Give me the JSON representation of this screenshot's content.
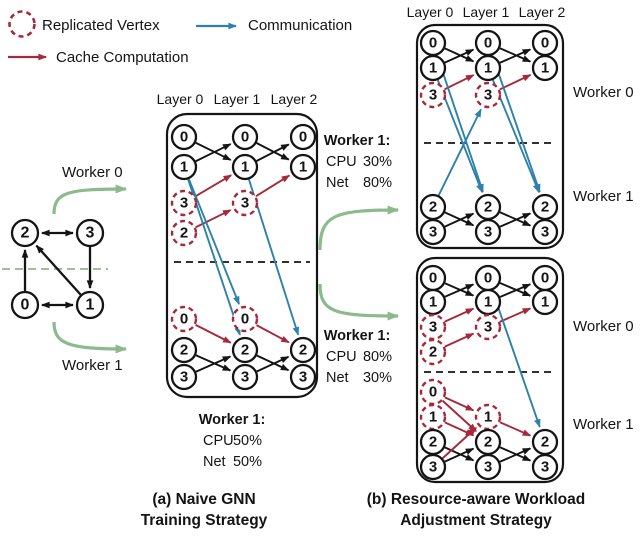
{
  "colors": {
    "edge_black": "#141414",
    "replicated_red": "#a5293a",
    "communication_blue": "#2e81a8",
    "worker_green": "#8cba8c",
    "node_number_navy": "#1f3050"
  },
  "legend": {
    "replicated_label": "Replicated Vertex",
    "communication_label": "Communication",
    "cache_label": "Cache Computation"
  },
  "input_graph": {
    "worker0_label": "Worker 0",
    "worker1_label": "Worker 1",
    "nodes": [
      {
        "id": "2"
      },
      {
        "id": "3"
      },
      {
        "id": "0"
      },
      {
        "id": "1"
      }
    ],
    "edges": [
      {
        "from": "2",
        "to": "3",
        "dir": "both"
      },
      {
        "from": "0",
        "to": "1",
        "dir": "both"
      },
      {
        "from": "0",
        "to": "2",
        "dir": "one"
      },
      {
        "from": "3",
        "to": "1",
        "dir": "one"
      },
      {
        "from": "1",
        "to": "2",
        "dir": "one"
      }
    ]
  },
  "panel_a": {
    "layer_headers": [
      "Layer 0",
      "Layer 1",
      "Layer 2"
    ],
    "caption": [
      "(a) Naive GNN",
      "Training Strategy"
    ],
    "stats": {
      "title": "Worker 1:",
      "rows": [
        {
          "label": "CPU",
          "value": "50%"
        },
        {
          "label": "Net",
          "value": "50%"
        }
      ]
    },
    "nodes": [
      {
        "key": "w0-0",
        "label": "0",
        "replicated": false,
        "row": 0,
        "layers": [
          0,
          1,
          2
        ]
      },
      {
        "key": "w0-1",
        "label": "1",
        "replicated": false,
        "row": 1,
        "layers": [
          0,
          1,
          2
        ]
      },
      {
        "key": "w0-3",
        "label": "3",
        "replicated": true,
        "row": 2,
        "layers": [
          0,
          1
        ]
      },
      {
        "key": "w0-2",
        "label": "2",
        "replicated": true,
        "row": 3,
        "layers": [
          0
        ]
      },
      {
        "key": "w1-0",
        "label": "0",
        "replicated": true,
        "row": 4,
        "layers": [
          0,
          1
        ]
      },
      {
        "key": "w1-2",
        "label": "2",
        "replicated": false,
        "row": 5,
        "layers": [
          0,
          1,
          2
        ]
      },
      {
        "key": "w1-3",
        "label": "3",
        "replicated": false,
        "row": 6,
        "layers": [
          0,
          1,
          2
        ]
      }
    ],
    "edges": [
      [
        "w0-0@0",
        "w0-1@1",
        "aggregate"
      ],
      [
        "w0-1@0",
        "w0-0@1",
        "aggregate"
      ],
      [
        "w0-0@1",
        "w0-1@2",
        "aggregate"
      ],
      [
        "w0-1@1",
        "w0-0@2",
        "aggregate"
      ],
      [
        "w1-2@0",
        "w1-3@1",
        "aggregate"
      ],
      [
        "w1-3@0",
        "w1-2@1",
        "aggregate"
      ],
      [
        "w1-2@1",
        "w1-3@2",
        "aggregate"
      ],
      [
        "w1-3@1",
        "w1-2@2",
        "aggregate"
      ],
      [
        "w0-3@0",
        "w0-1@1",
        "cache"
      ],
      [
        "w0-2@0",
        "w0-3@1",
        "cache"
      ],
      [
        "w0-3@1",
        "w0-1@2",
        "cache"
      ],
      [
        "w1-0@0",
        "w1-2@1",
        "cache"
      ],
      [
        "w1-0@1",
        "w1-2@2",
        "cache"
      ],
      [
        "w0-1@0",
        "w1-0@1",
        "communication"
      ],
      [
        "w0-1@0",
        "w1-2@1",
        "communication"
      ],
      [
        "w0-1@1",
        "w1-2@2",
        "communication"
      ]
    ]
  },
  "panel_b": {
    "layer_headers": [
      "Layer 0",
      "Layer 1",
      "Layer 2"
    ],
    "caption": [
      "(b) Resource-aware Workload",
      "Adjustment Strategy"
    ],
    "top_stats": {
      "title": "Worker 1:",
      "rows": [
        {
          "label": "CPU",
          "value": "30%"
        },
        {
          "label": "Net",
          "value": "80%"
        }
      ]
    },
    "bottom_stats": {
      "title": "Worker 1:",
      "rows": [
        {
          "label": "CPU",
          "value": "80%"
        },
        {
          "label": "Net",
          "value": "30%"
        }
      ]
    },
    "worker_labels": {
      "top": [
        "Worker 0",
        "Worker 1"
      ],
      "bottom": [
        "Worker 0",
        "Worker 1"
      ]
    },
    "top": {
      "nodes": [
        {
          "key": "w0-0",
          "label": "0",
          "replicated": false,
          "row": 0,
          "layers": [
            0,
            1,
            2
          ]
        },
        {
          "key": "w0-1",
          "label": "1",
          "replicated": false,
          "row": 1,
          "layers": [
            0,
            1,
            2
          ]
        },
        {
          "key": "w0-3",
          "label": "3",
          "replicated": true,
          "row": 2,
          "layers": [
            0,
            1
          ]
        },
        {
          "key": "w1-2",
          "label": "2",
          "replicated": false,
          "row": 3,
          "layers": [
            0,
            1,
            2
          ]
        },
        {
          "key": "w1-3",
          "label": "3",
          "replicated": false,
          "row": 4,
          "layers": [
            0,
            1,
            2
          ]
        }
      ],
      "edges": [
        [
          "w0-0@0",
          "w0-1@1",
          "aggregate"
        ],
        [
          "w0-1@0",
          "w0-0@1",
          "aggregate"
        ],
        [
          "w0-0@1",
          "w0-1@2",
          "aggregate"
        ],
        [
          "w0-1@1",
          "w0-0@2",
          "aggregate"
        ],
        [
          "w1-2@0",
          "w1-3@1",
          "aggregate"
        ],
        [
          "w1-3@0",
          "w1-2@1",
          "aggregate"
        ],
        [
          "w1-2@1",
          "w1-3@2",
          "aggregate"
        ],
        [
          "w1-3@1",
          "w1-2@2",
          "aggregate"
        ],
        [
          "w0-3@0",
          "w0-1@1",
          "cache"
        ],
        [
          "w0-3@1",
          "w0-1@2",
          "cache"
        ],
        [
          "w0-0@0",
          "w1-2@1",
          "communication"
        ],
        [
          "w0-1@0",
          "w1-2@1",
          "communication"
        ],
        [
          "w0-0@1",
          "w1-2@2",
          "communication"
        ],
        [
          "w0-1@1",
          "w1-2@2",
          "communication"
        ],
        [
          "w1-2@0",
          "w0-3@1",
          "communication"
        ]
      ]
    },
    "bottom": {
      "nodes": [
        {
          "key": "w0-0",
          "label": "0",
          "replicated": false,
          "row": 0,
          "layers": [
            0,
            1,
            2
          ]
        },
        {
          "key": "w0-1",
          "label": "1",
          "replicated": false,
          "row": 1,
          "layers": [
            0,
            1,
            2
          ]
        },
        {
          "key": "w0-3",
          "label": "3",
          "replicated": true,
          "row": 2,
          "layers": [
            0,
            1
          ]
        },
        {
          "key": "w0-2",
          "label": "2",
          "replicated": true,
          "row": 3,
          "layers": [
            0
          ]
        },
        {
          "key": "w1-0",
          "label": "0",
          "replicated": true,
          "row": 4,
          "layers": [
            0
          ]
        },
        {
          "key": "w1-1",
          "label": "1",
          "replicated": true,
          "row": 5,
          "layers": [
            0,
            1
          ]
        },
        {
          "key": "w1-2",
          "label": "2",
          "replicated": false,
          "row": 6,
          "layers": [
            0,
            1,
            2
          ]
        },
        {
          "key": "w1-3",
          "label": "3",
          "replicated": false,
          "row": 7,
          "layers": [
            0,
            1,
            2
          ]
        }
      ],
      "edges": [
        [
          "w0-0@0",
          "w0-1@1",
          "aggregate"
        ],
        [
          "w0-1@0",
          "w0-0@1",
          "aggregate"
        ],
        [
          "w0-0@1",
          "w0-1@2",
          "aggregate"
        ],
        [
          "w0-1@1",
          "w0-0@2",
          "aggregate"
        ],
        [
          "w1-2@0",
          "w1-3@1",
          "aggregate"
        ],
        [
          "w1-3@0",
          "w1-2@1",
          "aggregate"
        ],
        [
          "w1-2@1",
          "w1-3@2",
          "aggregate"
        ],
        [
          "w1-3@1",
          "w1-2@2",
          "aggregate"
        ],
        [
          "w0-3@0",
          "w0-1@1",
          "cache"
        ],
        [
          "w0-2@0",
          "w0-3@1",
          "cache"
        ],
        [
          "w0-3@1",
          "w0-1@2",
          "cache"
        ],
        [
          "w1-0@0",
          "w1-1@1",
          "cache"
        ],
        [
          "w1-0@0",
          "w1-2@1",
          "cache"
        ],
        [
          "w1-1@0",
          "w1-2@1",
          "cache"
        ],
        [
          "w1-3@0",
          "w1-1@1",
          "cache"
        ],
        [
          "w1-1@1",
          "w1-2@2",
          "cache"
        ],
        [
          "w0-0@1",
          "w1-2@2",
          "communication"
        ]
      ]
    }
  }
}
